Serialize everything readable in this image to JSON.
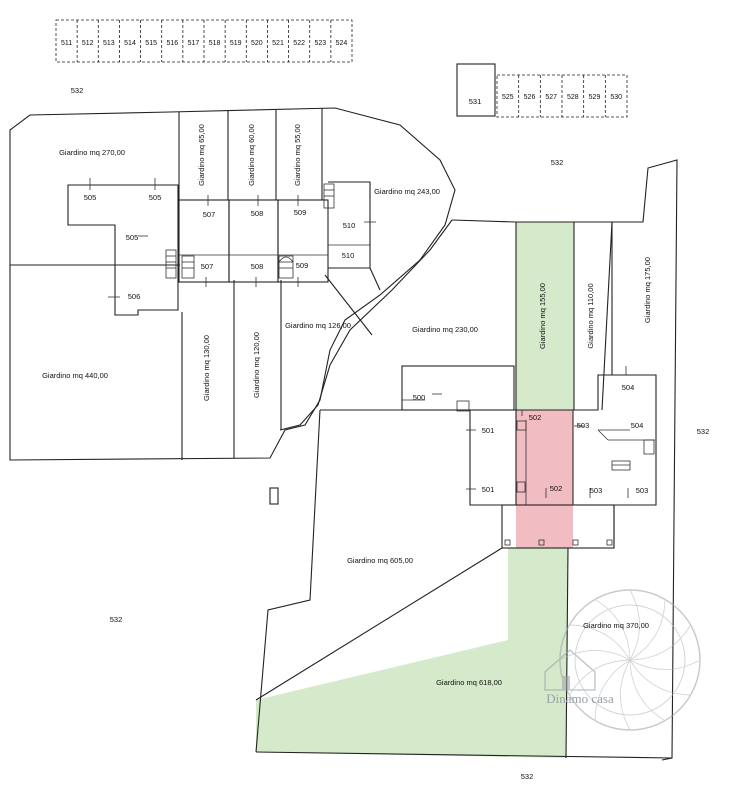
{
  "strip_top": [
    "511",
    "512",
    "513",
    "514",
    "515",
    "516",
    "517",
    "518",
    "519",
    "520",
    "521",
    "522",
    "523",
    "524"
  ],
  "strip_right": [
    "525",
    "526",
    "527",
    "528",
    "529",
    "530"
  ],
  "parcels": {
    "p531": "531",
    "p532": "532",
    "p500": "500",
    "p501": "501",
    "p502": "502",
    "p503": "503",
    "p504": "504",
    "p505": "505",
    "p506": "506",
    "p507": "507",
    "p508": "508",
    "p509": "509",
    "p510": "510"
  },
  "gardens": {
    "g270": "Giardino mq 270,00",
    "g65": "Giardino mq 65,00",
    "g60": "Giardino mq 60,00",
    "g55": "Giardino mq 55,00",
    "g243": "Giardino mq 243,00",
    "g155": "Giardino mq 155,00",
    "g110": "Giardino mq 110,00",
    "g175": "Giardino mq 175,00",
    "g126": "Giardino mq 126,00",
    "g230": "Giardino mq 230,00",
    "g130": "Giardino mq 130,00",
    "g120": "Giardino mq 120,00",
    "g440": "Giardino mq 440,00",
    "g605": "Giardino mq 605,00",
    "g370": "Giardino mq 370,00",
    "g618": "Giardino mq 618,00"
  },
  "watermark": {
    "text": "Dinamo casa",
    "color": "#9aa0a6"
  },
  "colors": {
    "green_area": "#cfe8c4",
    "red_area": "#f0b8bf"
  }
}
